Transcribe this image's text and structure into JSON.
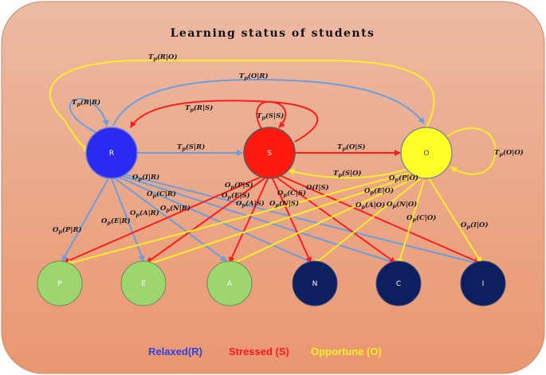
{
  "title": "Learning status of students",
  "colors": {
    "background_top": "#ecbaa3",
    "background_bottom": "#e9976f",
    "relaxed": "#2a2af0",
    "stressed": "#ff1a10",
    "opportune": "#ffff2a",
    "outcome_light": "#9dd56f",
    "outcome_dark": "#0d1f5f",
    "edge_relaxed": "#6b9ee0",
    "edge_stressed": "#ff1c1c",
    "edge_opportune": "#ffec2a"
  },
  "states": [
    {
      "id": "R",
      "label": "R"
    },
    {
      "id": "S",
      "label": "S"
    },
    {
      "id": "O",
      "label": "O"
    }
  ],
  "outcomes": [
    {
      "id": "P",
      "label": "P"
    },
    {
      "id": "E",
      "label": "E"
    },
    {
      "id": "A",
      "label": "A"
    },
    {
      "id": "N",
      "label": "N"
    },
    {
      "id": "C",
      "label": "C"
    },
    {
      "id": "I",
      "label": "I"
    }
  ],
  "transitions": [
    {
      "id": "t-rr",
      "label": "T_p(R|R)"
    },
    {
      "id": "t-ro",
      "label": "T_p(R|O)"
    },
    {
      "id": "t-or",
      "label": "T_p(O|R)"
    },
    {
      "id": "t-rs",
      "label": "T_p(R|S)"
    },
    {
      "id": "t-ss",
      "label": "T_p(S|S)"
    },
    {
      "id": "t-sr",
      "label": "T_p(S|R)"
    },
    {
      "id": "t-os",
      "label": "T_p(O|S)"
    },
    {
      "id": "t-so",
      "label": "T_p(S|O)"
    },
    {
      "id": "t-oo",
      "label": "T_p(O|O)"
    }
  ],
  "observations": [
    {
      "id": "o-pr",
      "label": "O_p(P|R)"
    },
    {
      "id": "o-er",
      "label": "O_p(E|R)"
    },
    {
      "id": "o-ar",
      "label": "O_p(A|R)"
    },
    {
      "id": "o-nr",
      "label": "O_p(N|R)"
    },
    {
      "id": "o-cr",
      "label": "O_p(C|R)"
    },
    {
      "id": "o-ir",
      "label": "O_p(I|R)"
    },
    {
      "id": "o-ps",
      "label": "O_p(P|S)"
    },
    {
      "id": "o-es",
      "label": "O_p(E|S)"
    },
    {
      "id": "o-as",
      "label": "O_p(A|S)"
    },
    {
      "id": "o-ns",
      "label": "O_p(N|S)"
    },
    {
      "id": "o-cs",
      "label": "O_p(C|S)"
    },
    {
      "id": "o-is",
      "label": "O(I|S)"
    },
    {
      "id": "o-po",
      "label": "O_p(P|O)"
    },
    {
      "id": "o-eo",
      "label": "O_p(E|O)"
    },
    {
      "id": "o-ao",
      "label": "O_p(A|O)"
    },
    {
      "id": "o-no",
      "label": "O_p(N|O)"
    },
    {
      "id": "o-co",
      "label": "O_p(C|O)"
    },
    {
      "id": "o-io",
      "label": "O_p(I|O)"
    }
  ],
  "legend": {
    "relaxed": "Relaxed(R)",
    "stressed": "Stressed (S)",
    "opportune": "Opportune (O)"
  }
}
